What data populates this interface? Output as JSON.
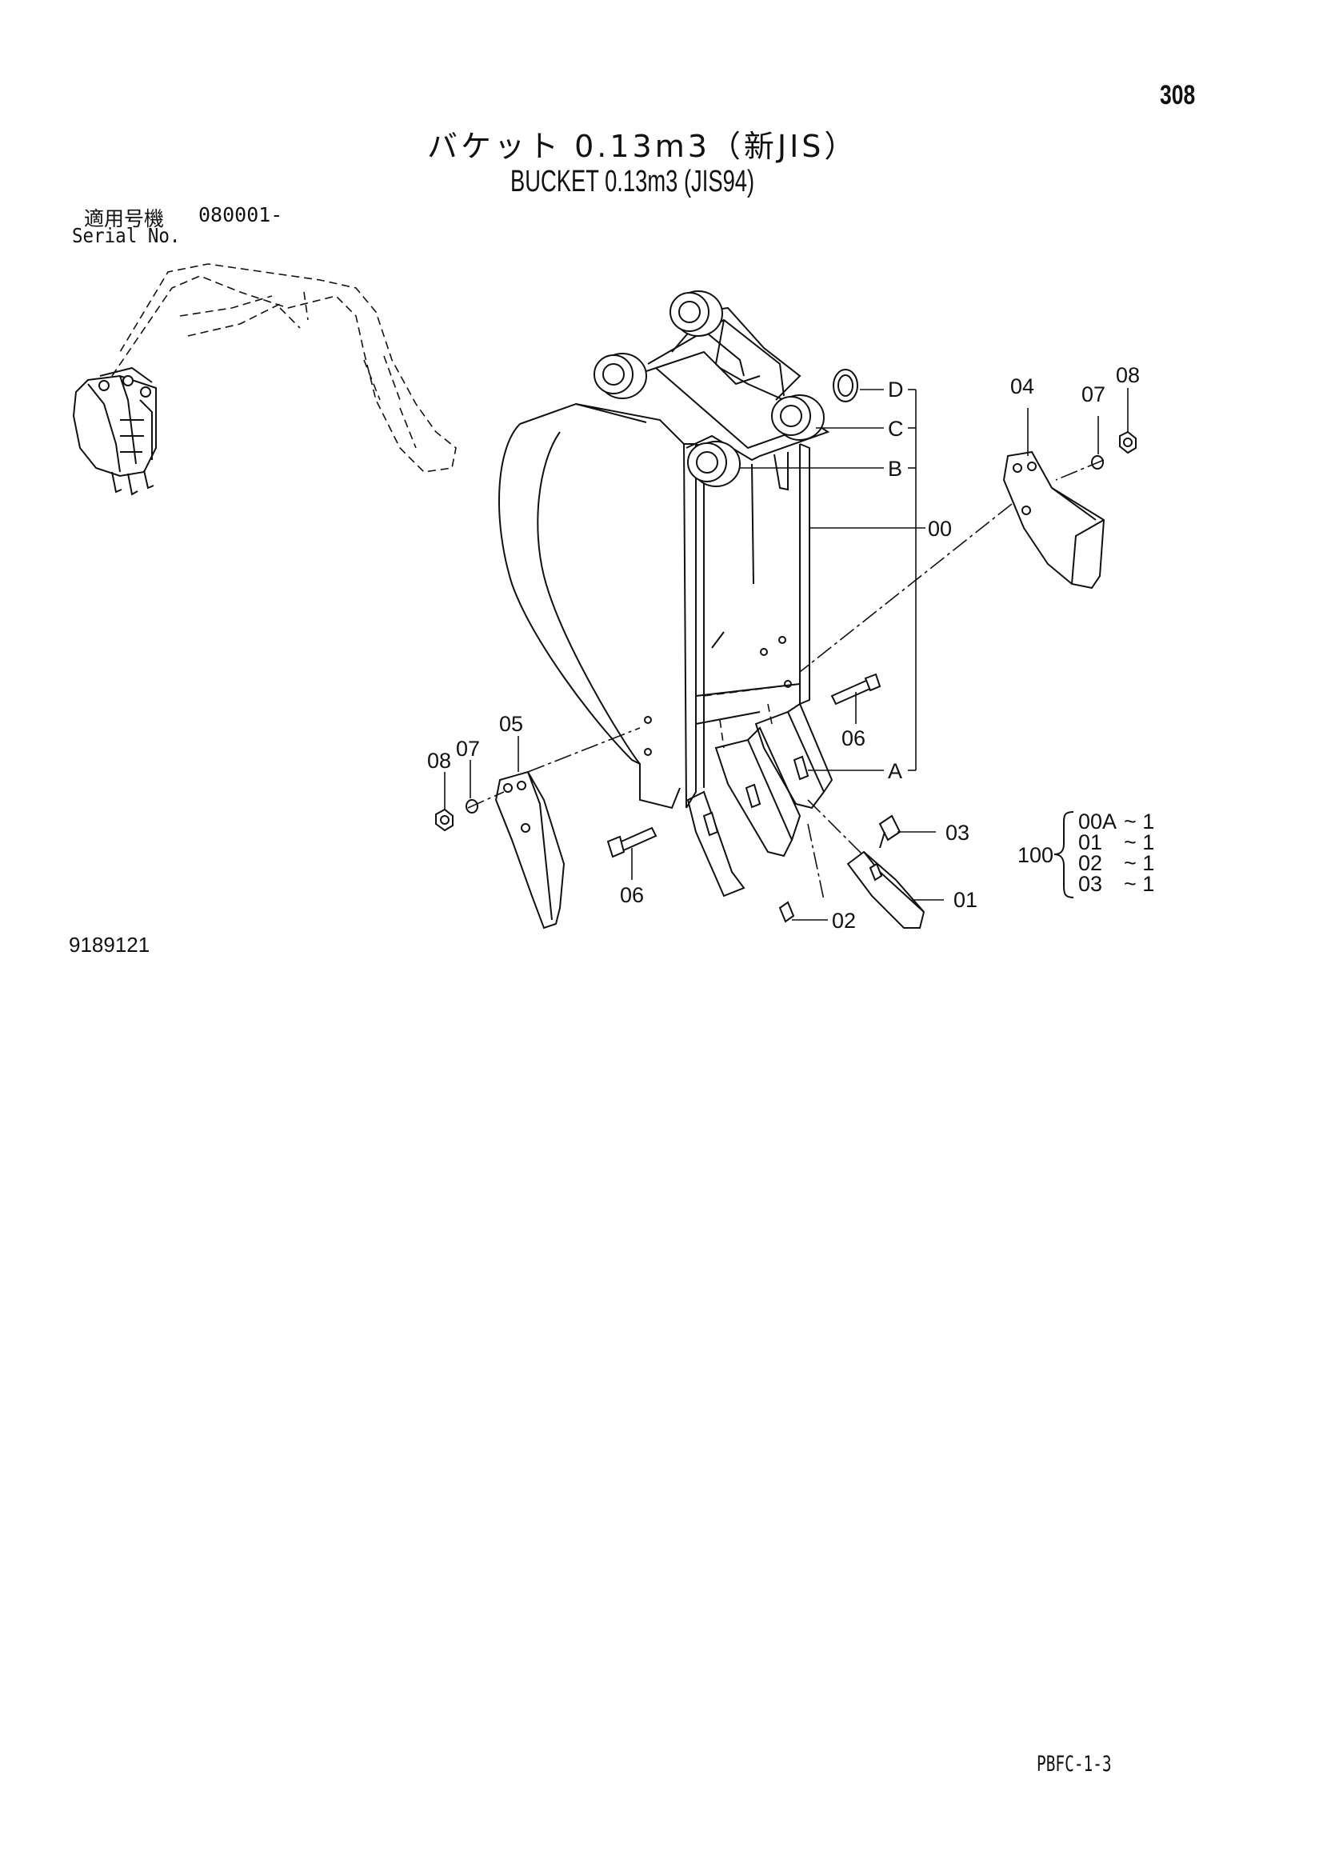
{
  "page": {
    "number": "308",
    "title_jp": "バケット 0.13m3（新JIS）",
    "title_en": "BUCKET 0.13m3 (JIS94)",
    "serial_label_jp": "適用号機",
    "serial_number": "080001-",
    "serial_label_en": "Serial No.",
    "drawing_number": "9189121",
    "sheet_code": "PBFC-1-3"
  },
  "callouts": {
    "D": "D",
    "C": "C",
    "B": "B",
    "A": "A",
    "p00": "00",
    "p01": "01",
    "p02": "02",
    "p03": "03",
    "p04": "04",
    "p05": "05",
    "p06_right": "06",
    "p06_left": "06",
    "p07_right": "07",
    "p08_right": "08",
    "p07_left": "07",
    "p08_left": "08"
  },
  "assembly": {
    "number": "100",
    "items": [
      {
        "part": "00A",
        "qty": "~ 1"
      },
      {
        "part": "01",
        "qty": "~ 1"
      },
      {
        "part": "02",
        "qty": "~ 1"
      },
      {
        "part": "03",
        "qty": "~ 1"
      }
    ]
  }
}
